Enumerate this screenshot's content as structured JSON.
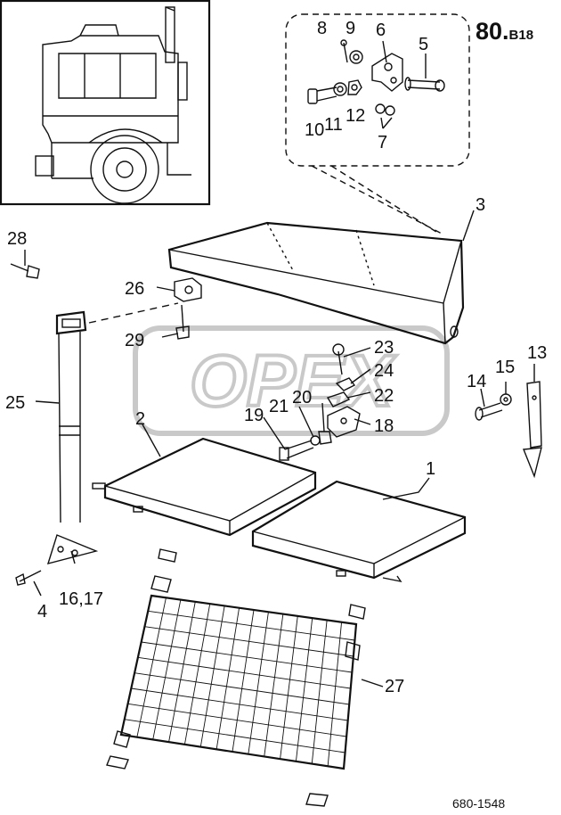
{
  "page_code": "80.",
  "page_suffix": "B18",
  "drawing_number": "680-1548",
  "watermark_text": "OPEX",
  "colors": {
    "ink": "#111111",
    "watermark": "#c9c9c9",
    "background": "#ffffff"
  },
  "callouts": {
    "c1": "1",
    "c2": "2",
    "c3": "3",
    "c4": "4",
    "c5": "5",
    "c6": "6",
    "c7": "7",
    "c8": "8",
    "c9": "9",
    "c10": "10",
    "c11": "11",
    "c12": "12",
    "c13": "13",
    "c14": "14",
    "c15": "15",
    "c16_17": "16,17",
    "c18": "18",
    "c19": "19",
    "c20": "20",
    "c21": "21",
    "c22": "22",
    "c23": "23",
    "c24": "24",
    "c25": "25",
    "c26": "26",
    "c27": "27",
    "c28": "28",
    "c29": "29"
  }
}
